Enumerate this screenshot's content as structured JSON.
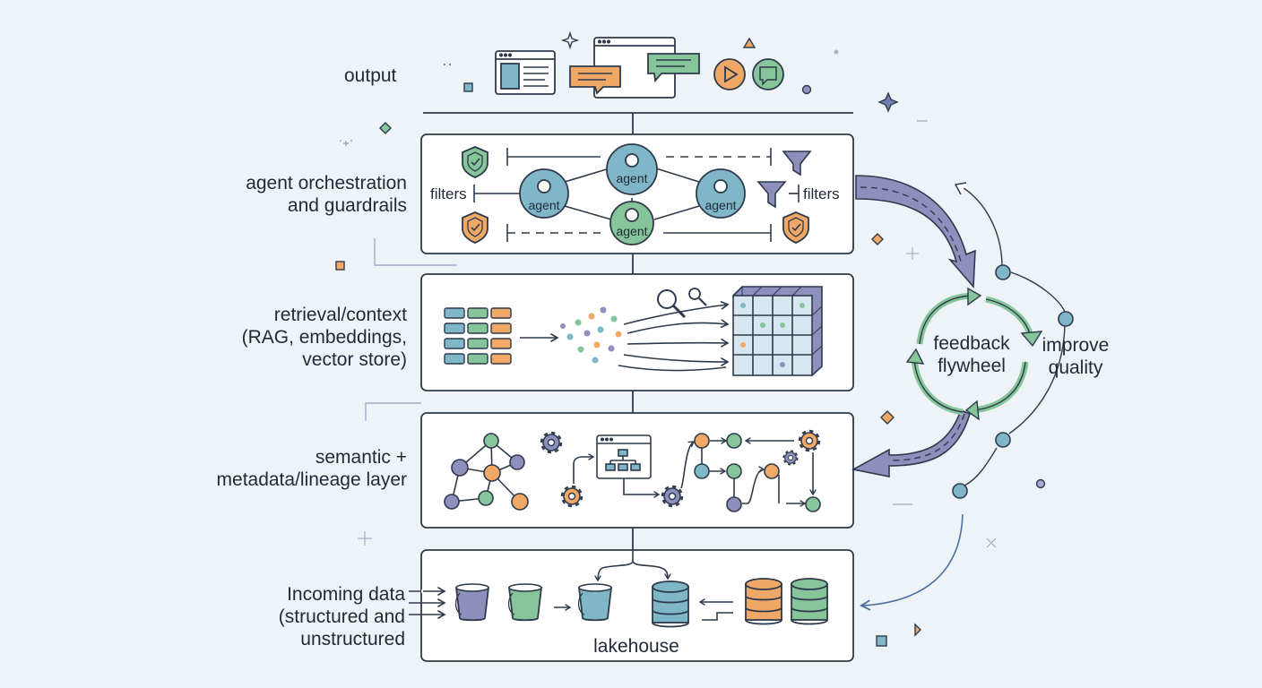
{
  "layers": {
    "output": "output",
    "orchestration": "agent orchestration\nand guardrails",
    "retrieval": "retrieval/context\n(RAG, embeddings,\nvector store)",
    "semantic": "semantic +\nmetadata/lineage layer",
    "incoming": "Incoming data\n(structured and\nunstructured"
  },
  "orchestration": {
    "filters_left": "filters",
    "filters_right": "filters",
    "agent_label": "agent"
  },
  "lakehouse": "lakehouse",
  "feedback": {
    "title": "feedback\nflywheel",
    "improve": "improve\nquality"
  },
  "colors": {
    "background": "#eef3f7",
    "ink": "#2e3a4c",
    "green": "#86c59a",
    "teal": "#7fb7c9",
    "orange": "#f0a866",
    "purple": "#8e8fbd",
    "arrow": "#8e8fbd"
  }
}
